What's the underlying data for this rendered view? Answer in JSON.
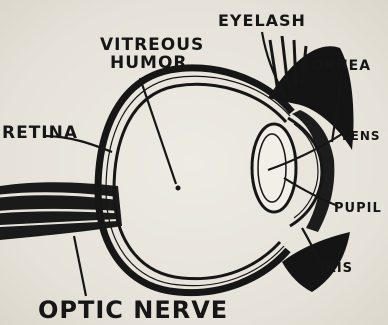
{
  "diagram": {
    "labels": {
      "vitreous_line1": "VITREOUS",
      "vitreous_line2": "HUMOR",
      "eyelash": "EYELASH",
      "cornea": "CORNEA",
      "retina": "RETINA",
      "lens": "LENS",
      "pupil": "PUPIL",
      "iris": "IRIS",
      "optic_nerve": "OPTIC NERVE"
    },
    "colors": {
      "ink": "#161616",
      "paper": "#e8e4dc"
    }
  }
}
